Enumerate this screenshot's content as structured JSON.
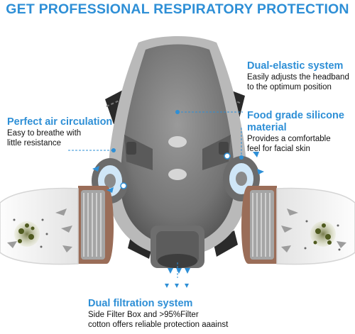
{
  "headline": "GET PROFESSIONAL RESPIRATORY PROTECTION",
  "colors": {
    "headline": "#2e8fd6",
    "accent": "#2e8fd6",
    "mask_body": "#7d7d7d",
    "mask_dark": "#4b4b4b",
    "filter_cap": "#f1f1f1",
    "filter_brown": "#9a6d58",
    "strap": "#2a2a2a"
  },
  "callouts": {
    "dual_elastic": {
      "title": "Dual-elastic system",
      "desc": [
        "Easily adjusts the headband",
        "to the optimum position"
      ]
    },
    "air_circulation": {
      "title": "Perfect air circulation",
      "desc": [
        "Easy to breathe with",
        "little resistance"
      ]
    },
    "silicone": {
      "title": [
        "Food grade silicone",
        "material"
      ],
      "desc": [
        "Provides a comfortable",
        "feel for facial skin"
      ]
    },
    "filtration": {
      "title": "Dual filtration system",
      "desc": [
        "Side Filter Box and >95%Filter",
        "cotton offers reliable protection aaainst"
      ]
    }
  },
  "icons": {
    "leader_dot": "pointer-dot-icon",
    "airflow": "airflow-arrow-icon",
    "particles": "dust-particle-icon"
  }
}
